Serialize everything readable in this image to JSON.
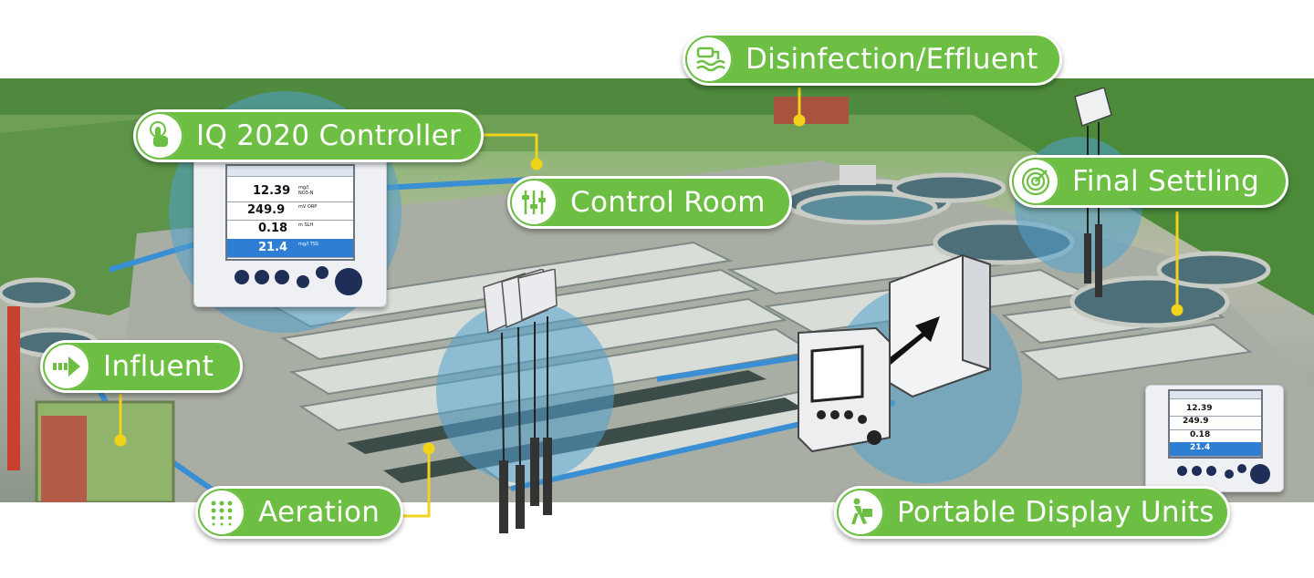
{
  "labels": {
    "disinfection": "Disinfection/Effluent",
    "controller": "IQ 2020 Controller",
    "control_room": "Control Room",
    "final_settling": "Final Settling",
    "influent": "Influent",
    "aeration": "Aeration",
    "portable": "Portable Display Units"
  },
  "controller_screen": {
    "rows": [
      {
        "value": "12.39",
        "unit": "mg/l NO3-N"
      },
      {
        "value": "249.9",
        "unit": "mV ORP"
      },
      {
        "value": "0.18",
        "unit": "m SLH"
      },
      {
        "value": "21.4",
        "unit": "mg/l TSS"
      }
    ]
  },
  "portable_screen": {
    "rows": [
      {
        "value": "12.39"
      },
      {
        "value": "249.9"
      },
      {
        "value": "0.18"
      },
      {
        "value": "21.4"
      }
    ]
  },
  "colors": {
    "pill_green": "#6dbf44",
    "connector_yellow": "#f2d31b",
    "zone_blue": "#50a0cd"
  },
  "icons": {
    "disinfection": "pipe-outflow-icon",
    "controller": "touch-hand-icon",
    "control_room": "sliders-icon",
    "final_settling": "radar-icon",
    "influent": "arrow-right-icon",
    "aeration": "bubbles-grid-icon",
    "portable": "walking-person-icon"
  }
}
